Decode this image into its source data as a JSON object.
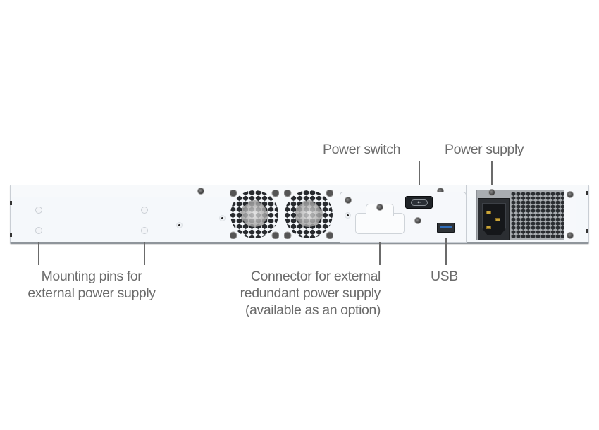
{
  "diagram": {
    "title": "Rear panel of appliance",
    "colors": {
      "label_text": "#6b6b6b",
      "leader_line": "#6b6b6b",
      "chassis": "#f5f8fb",
      "fan_grill": "#1c1f23",
      "usb_tongue": "#2f6cb8",
      "iec_pins": "#c9a43a"
    },
    "labels": {
      "power_switch": "Power switch",
      "power_supply": "Power supply",
      "mounting_pins": "Mounting pins for\nexternal power supply",
      "rps_connector": "Connector for external\nredundant power supply\n(available as an option)",
      "usb": "USB"
    },
    "components": [
      {
        "id": "mounting-pins",
        "name": "Mounting pins for external power supply",
        "count": 4
      },
      {
        "id": "fans",
        "name": "Cooling fans",
        "count": 2
      },
      {
        "id": "rps-connector",
        "name": "Connector for external redundant power supply (available as an option)"
      },
      {
        "id": "power-switch",
        "name": "Power switch",
        "glyph": "⏻"
      },
      {
        "id": "usb",
        "name": "USB port"
      },
      {
        "id": "power-supply",
        "name": "Power supply",
        "connector": "IEC C14"
      }
    ],
    "icons": {
      "power_switch_glyph": "↤"
    }
  }
}
